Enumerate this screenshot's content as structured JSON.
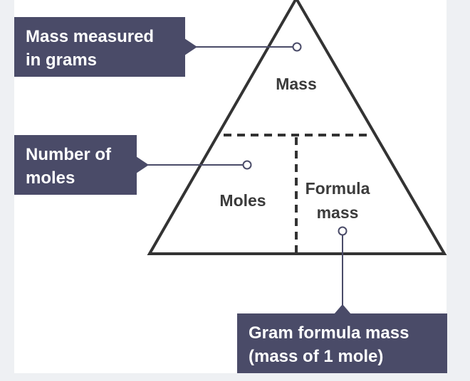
{
  "colors": {
    "callout_bg": "#4a4b68",
    "callout_text": "#ffffff",
    "outline": "#333333",
    "leader": "#4a4b68",
    "region_text": "#3b3b3b",
    "page_bg": "#eef0f3",
    "panel_bg": "#ffffff"
  },
  "triangle": {
    "top_label": "Mass",
    "bottom_left_label": "Moles",
    "bottom_right_label_line1": "Formula",
    "bottom_right_label_line2": "mass"
  },
  "callouts": {
    "mass": {
      "line1": "Mass measured",
      "line2": "in grams"
    },
    "moles": {
      "line1": "Number of",
      "line2": "moles"
    },
    "formula_mass": {
      "line1": "Gram formula mass",
      "line2": "(mass of 1 mole)"
    }
  }
}
